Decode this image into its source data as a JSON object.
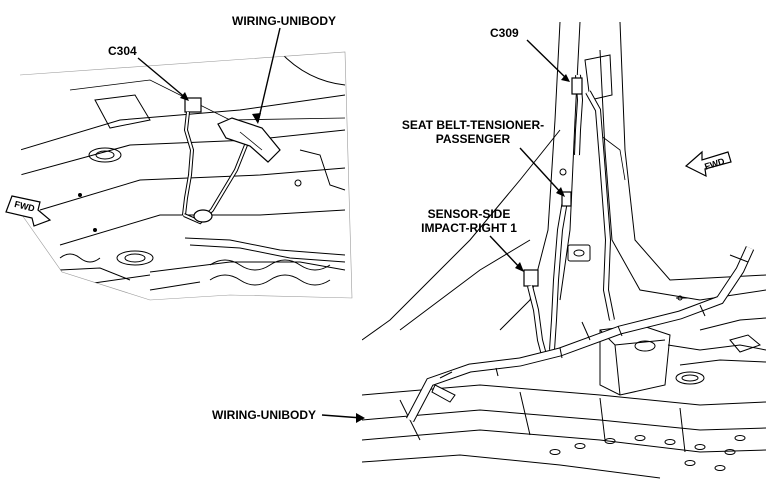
{
  "callouts": {
    "wiring_unibody_top": "WIRING-UNIBODY",
    "c304": "C304",
    "c309": "C309",
    "seat_belt_tensioner": "SEAT BELT-TENSIONER-PASSENGER",
    "sensor_side_impact": "SENSOR-SIDE IMPACT-RIGHT 1",
    "wiring_unibody_bottom": "WIRING-UNIBODY"
  },
  "fwd_indicators": {
    "left": "FWD",
    "right": "FWD"
  },
  "colors": {
    "ink": "#000000",
    "paper": "#ffffff"
  }
}
